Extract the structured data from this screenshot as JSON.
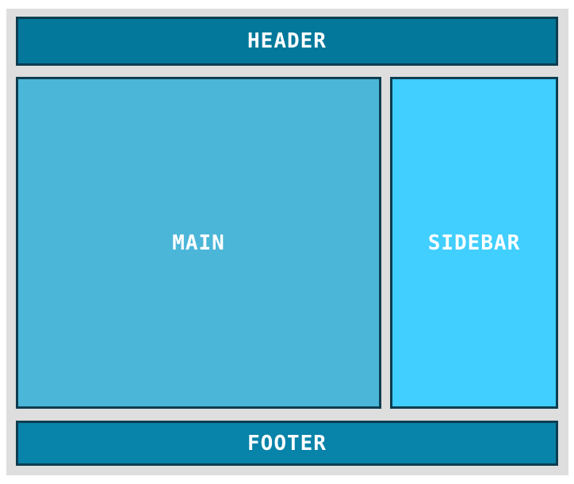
{
  "layout": {
    "header": {
      "label": "HEADER",
      "color": "#03789b"
    },
    "main": {
      "label": "MAIN",
      "color": "#4bb6d8"
    },
    "sidebar": {
      "label": "SIDEBAR",
      "color": "#40cffe"
    },
    "footer": {
      "label": "FOOTER",
      "color": "#0883a9"
    },
    "border_color": "#0d3d50",
    "background_color": "#dedede"
  }
}
